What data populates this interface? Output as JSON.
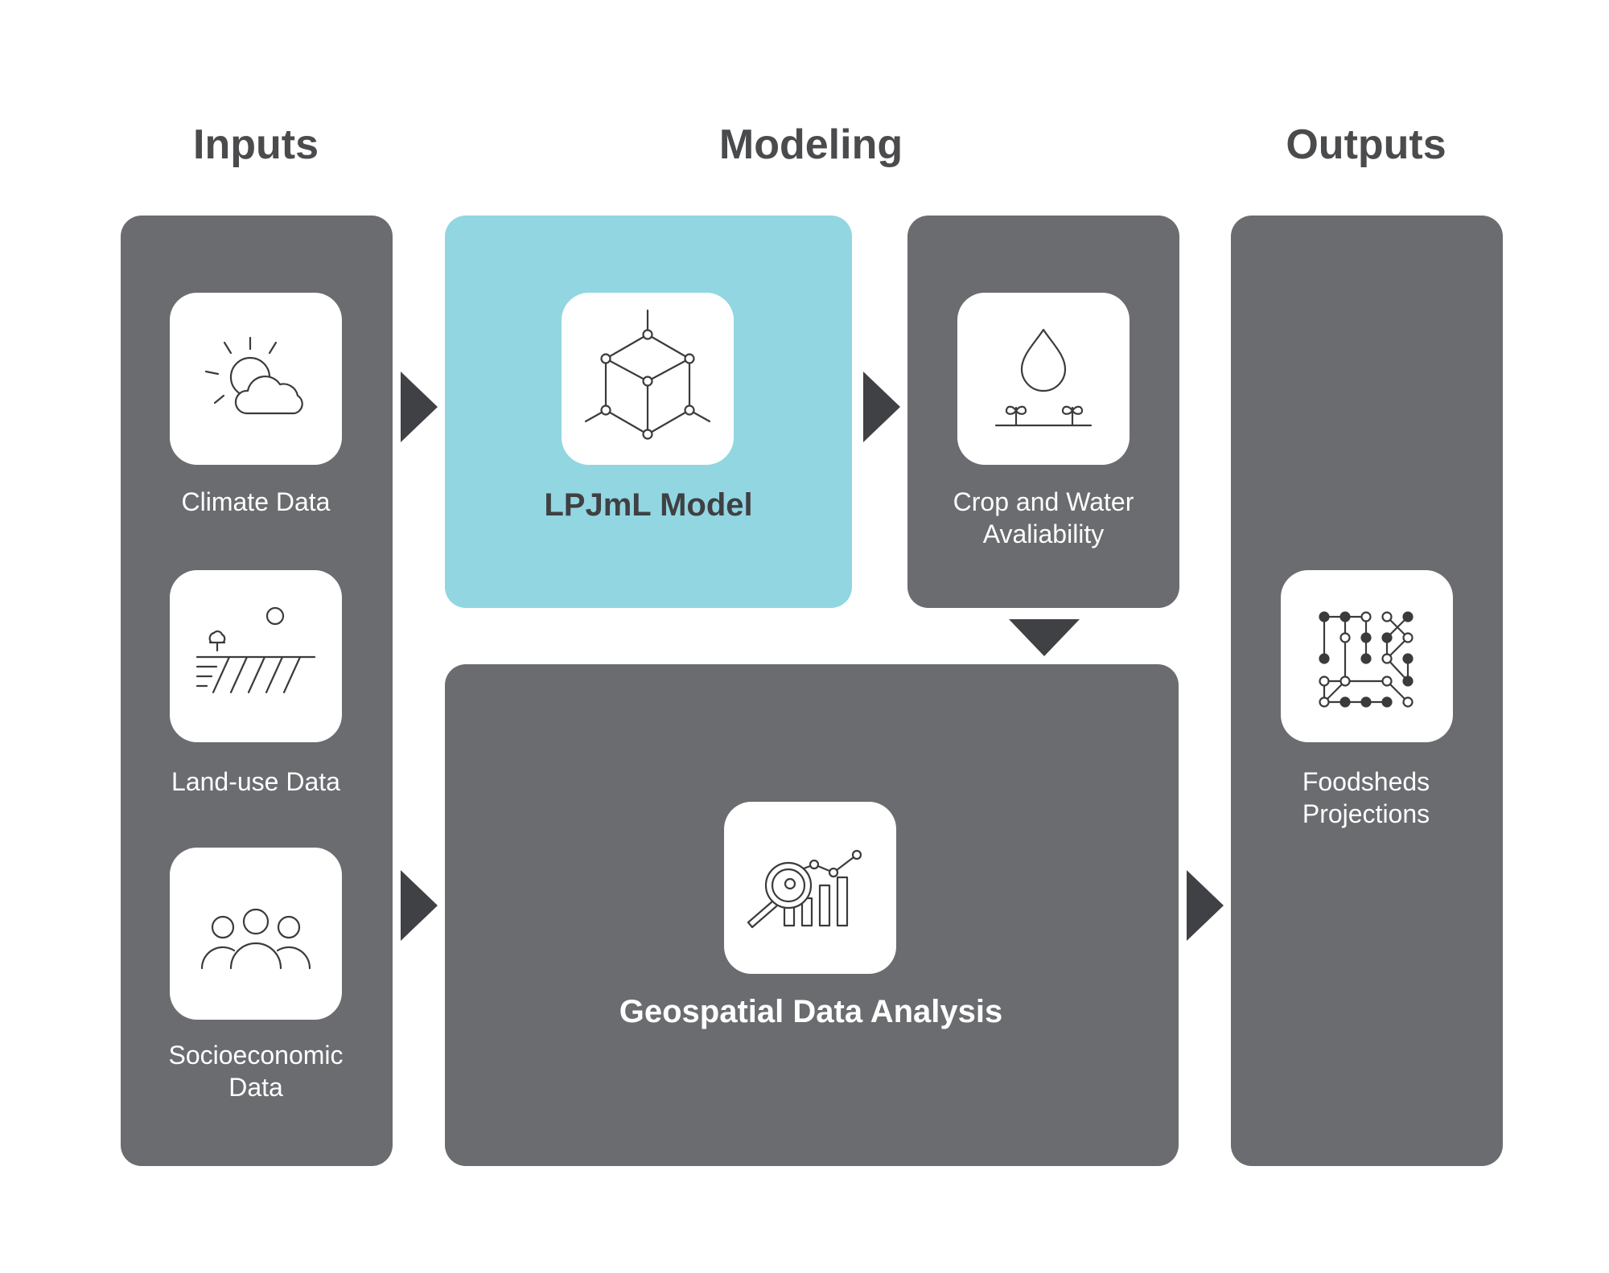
{
  "headings": {
    "inputs": "Inputs",
    "modeling": "Modeling",
    "outputs": "Outputs"
  },
  "inputs": {
    "climate": {
      "label": "Climate Data",
      "icon": "sun-cloud-icon"
    },
    "landuse": {
      "label": "Land-use Data",
      "icon": "field-icon"
    },
    "socio": {
      "label": "Socioeconomic\nData",
      "icon": "people-icon"
    }
  },
  "model": {
    "label": "LPJmL Model",
    "icon": "network-cube-icon"
  },
  "crop": {
    "label": "Crop and Water\nAvaliability",
    "icon": "water-drop-sprouts-icon"
  },
  "geo": {
    "label": "Geospatial Data Analysis",
    "icon": "magnifier-chart-icon"
  },
  "output": {
    "label": "Foodsheds\nProjections",
    "icon": "circuit-nodes-icon"
  },
  "colors": {
    "panel": "#6b6c6f",
    "model_highlight": "#92d6e2",
    "arrow": "#404144",
    "heading": "#4a4b4d"
  }
}
